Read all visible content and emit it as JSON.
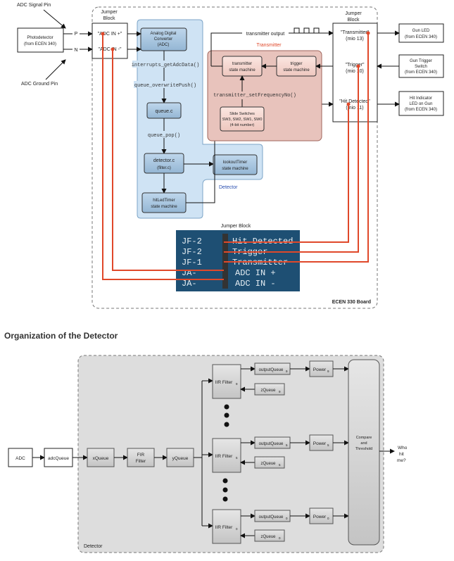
{
  "top": {
    "adc_signal_pin": "ADC Signal Pin",
    "adc_ground_pin": "ADC Ground Pin",
    "photodetector_l1": "Photodetector",
    "photodetector_l2": "(from ECEN 340)",
    "pin_p": "P",
    "pin_n": "N",
    "jumper_block_left_l1": "Jumper",
    "jumper_block_left_l2": "Block",
    "adc_in_plus": "\"ADC IN +\"",
    "adc_in_minus": "\"ADC IN -\"",
    "adc_box_l1": "Analog Digital",
    "adc_box_l2": "Converter",
    "adc_box_l3": "(ADC)",
    "fn_get_adc": "interrupts_getAdcData()",
    "fn_overwrite_push": "queue_overwritePush()",
    "queue_c": "queue.c",
    "fn_queue_pop": "queue_pop()",
    "detector_c_l1": "detector.c",
    "detector_c_l2": "(filter.c)",
    "lookout_l1": "lookoutTimer",
    "lookout_l2": "state machine",
    "hitled_l1": "hitLedTimer",
    "hitled_l2": "state machine",
    "detector_label": "Detector",
    "transmitter_output": "transmitter output",
    "transmitter_label": "Transmitter",
    "tx_sm_l1": "transmitter",
    "tx_sm_l2": "state machine",
    "trig_sm_l1": "trigger",
    "trig_sm_l2": "state machine",
    "fn_set_freq": "transmitter_setFrequencyNo()",
    "slide_l1": "Slide Switches",
    "slide_l2": "SW3, SW2, SW1, SW0",
    "slide_l3": "(4-bit number)",
    "jumper_block_right_l1": "Jumper",
    "jumper_block_right_l2": "Block",
    "jr_transmitter_l1": "\"Transmitter\"",
    "jr_transmitter_l2": "(mio 13)",
    "jr_trigger_l1": "\"Trigger\"",
    "jr_trigger_l2": "(mio 10)",
    "jr_hit_l1": "\"Hit Detected\"",
    "jr_hit_l2": "(mio 11)",
    "gun_led_l1": "Gun LED",
    "gun_led_l2": "(from ECEN 340)",
    "gun_trigger_l1": "Gun Trigger",
    "gun_trigger_l2": "Switch",
    "gun_trigger_l3": "(from ECEN 340)",
    "hit_ind_l1": "Hit Indicator",
    "hit_ind_l2": "LED on Gun",
    "hit_ind_l3": "(from ECEN 340)",
    "photo_jumper_title": "Jumper Block",
    "photo_row1_pin": "JF-2",
    "photo_row1_label": "Hit Detected",
    "photo_row2_pin": "JF-2",
    "photo_row2_label": "Trigger",
    "photo_row3_pin": "JF-1",
    "photo_row3_label": "Transmitter",
    "photo_row4_pin": "JA-",
    "photo_row4_label": "ADC IN +",
    "photo_row5_pin": "JA-",
    "photo_row5_label": "ADC IN -",
    "board_label": "ECEN 330 Board"
  },
  "section_title": "Organization of the Detector",
  "bottom": {
    "adc": "ADC",
    "adc_queue": "adcQueue",
    "x_queue": "xQueue",
    "fir_l1": "FIR",
    "fir_l2": "Filter",
    "y_queue": "yQueue",
    "iir_filter": "IIR Filter",
    "output_queue": "outputQueue",
    "z_queue": "zQueue",
    "power": "Power",
    "sub_top": "9",
    "sub_mid": "5",
    "sub_bot": "0",
    "compare_l1": "Compare",
    "compare_l2": "and",
    "compare_l3": "Threshold",
    "who_l1": "Who",
    "who_l2": "hit",
    "who_l3": "me?",
    "detector_label": "Detector"
  },
  "colors": {
    "blue_fill": "#cfe3f4",
    "blue_box": "#a9c8e2",
    "pink_fill": "#e8c3bc",
    "pink_box": "#f6d9d3",
    "wire_red": "#e0482a",
    "grey_fill": "#dddddd",
    "grey_box": "#cccccc",
    "photo_bg": "#1e4f73"
  }
}
